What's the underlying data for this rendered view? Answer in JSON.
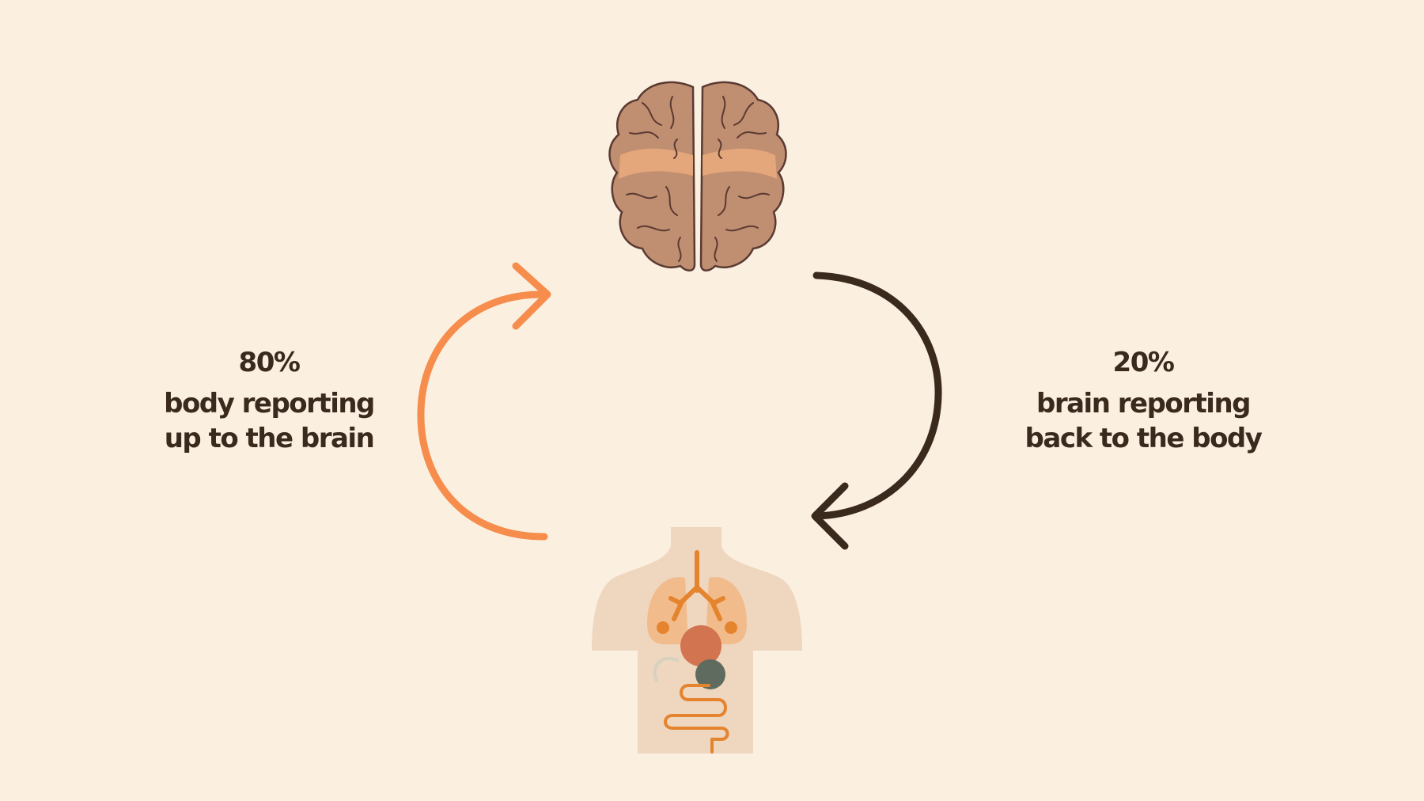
{
  "left": {
    "percent": "80%",
    "line1": "body reporting",
    "line2": "up to the brain",
    "arrow_color": "#f68d4c"
  },
  "right": {
    "percent": "20%",
    "line1": "brain reporting",
    "line2": "back to the body",
    "arrow_color": "#3a2a1e"
  },
  "colors": {
    "background": "#fbefe0",
    "text": "#3a2a1e",
    "brain": "#c08e70",
    "brain_band": "#e8a87c",
    "torso": "#efd6bf",
    "lungs": "#f2bb8c",
    "organ_orange": "#e5842f",
    "heart": "#d2744f",
    "stomach": "#5f6b5e"
  }
}
